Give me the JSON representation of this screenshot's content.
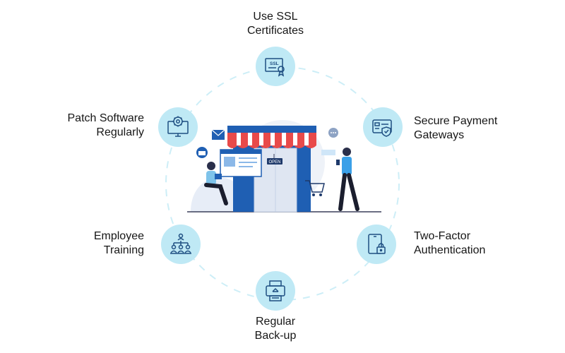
{
  "items": [
    {
      "line1": "Use SSL",
      "line2": "Certificates",
      "icon": "ssl-certificate-icon"
    },
    {
      "line1": "Secure Payment",
      "line2": "Gateways",
      "icon": "secure-card-icon"
    },
    {
      "line1": "Two-Factor",
      "line2": "Authentication",
      "icon": "tablet-lock-icon"
    },
    {
      "line1": "Regular",
      "line2": "Back-up",
      "icon": "backup-drive-icon"
    },
    {
      "line1": "Employee",
      "line2": "Training",
      "icon": "team-hierarchy-icon"
    },
    {
      "line1": "Patch Software",
      "line2": "Regularly",
      "icon": "monitor-gear-icon"
    }
  ],
  "storefront": {
    "sign": "OPEN"
  },
  "colors": {
    "node_fill": "#bfe9f5",
    "icon_stroke": "#1f4f82",
    "ring": "#cdeef7",
    "awning_red": "#e84a4a",
    "shop_blue": "#1f5fb3",
    "shop_light": "#e7edf7"
  }
}
